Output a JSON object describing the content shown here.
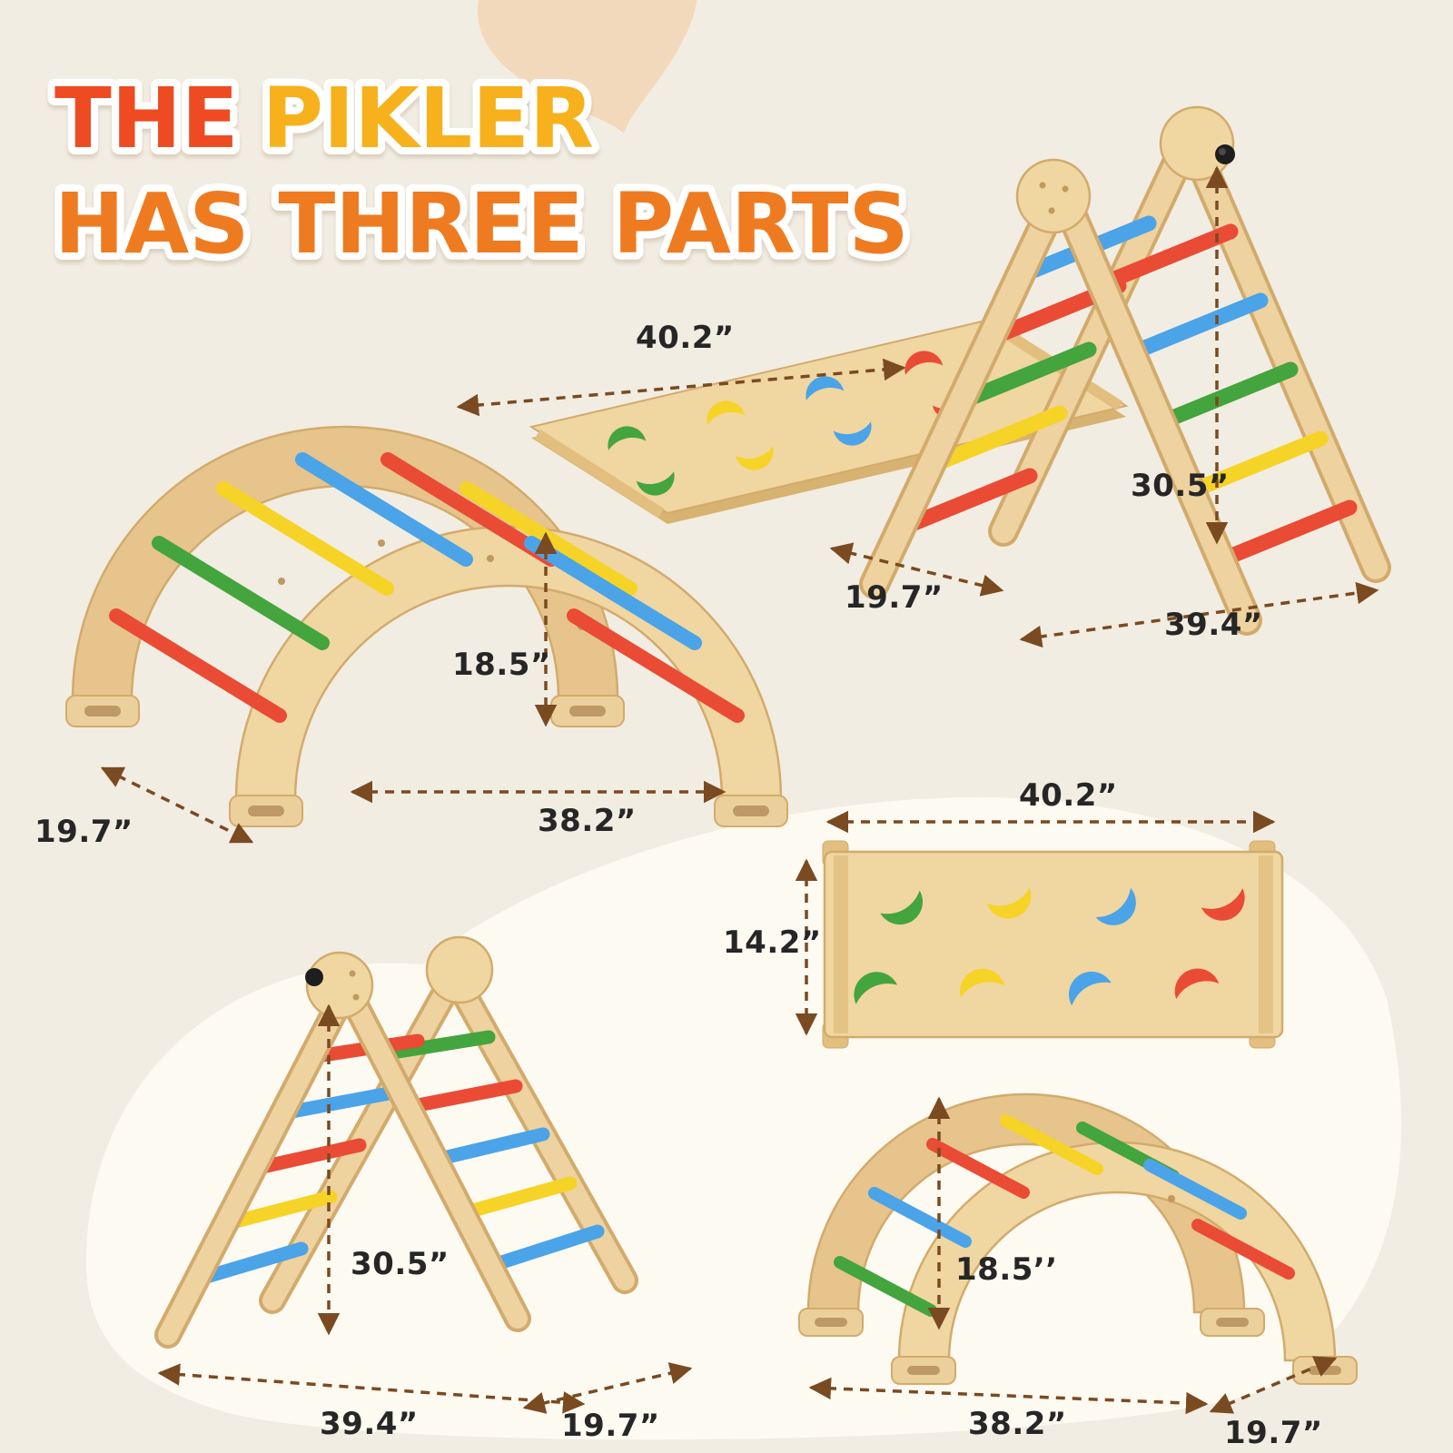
{
  "title": {
    "the": "THE",
    "pikler": "PIKLER",
    "line2": "HAS THREE PARTS"
  },
  "palette": {
    "background": "#f2ede3",
    "blob": "#fdfaf2",
    "heart": "#f3d9bc",
    "wood_light": "#f0d6a0",
    "wood_dark": "#e6c48b",
    "rung_red": "#e94b35",
    "rung_yellow": "#f6d327",
    "rung_blue": "#4ba3e8",
    "rung_green": "#44a43d",
    "arrow_brown": "#7a4a21",
    "title_red": "#ee4b23",
    "title_yellow": "#f6b11d",
    "title_orange": "#ef7b21"
  },
  "main_view": {
    "ramp_length": "40.2”",
    "triangle_height": "30.5”",
    "triangle_depth": "19.7”",
    "triangle_width": "39.4”",
    "arch_height": "18.5”",
    "arch_width": "38.2”",
    "arch_depth": "19.7”"
  },
  "triangle_view": {
    "height": "30.5”",
    "width": "39.4”",
    "depth": "19.7”"
  },
  "board_view": {
    "length": "40.2”",
    "width": "14.2”"
  },
  "arch_view": {
    "height": "18.5’’",
    "width": "38.2”",
    "depth": "19.7”"
  }
}
